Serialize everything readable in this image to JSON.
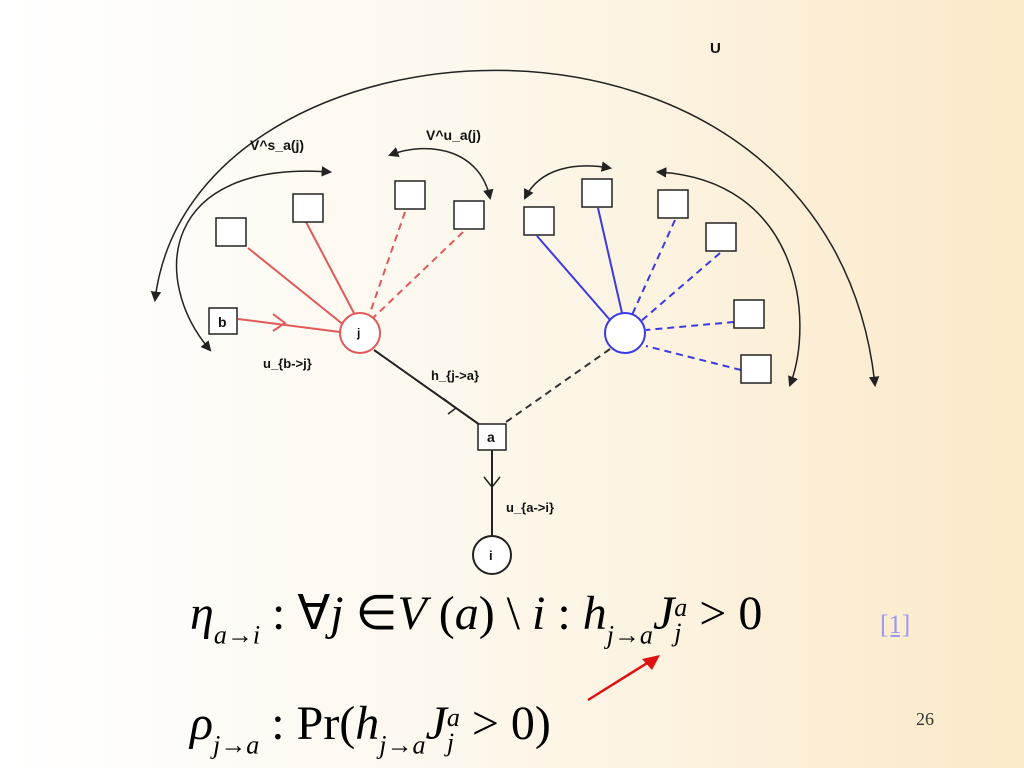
{
  "diagram": {
    "labels": {
      "U": "U",
      "V_s_a_j": "V^s_a(j)",
      "V_u_a_j": "V^u_a(j)",
      "b": "b",
      "j": "j",
      "a": "a",
      "i": "i",
      "u_b_j": "u_{b->j}",
      "h_j_a": "h_{j->a}",
      "u_a_i": "u_{a->i}"
    },
    "colors": {
      "satisfying": "#e05a5a",
      "blue_group": "#3a3ae6",
      "neutral": "#222222",
      "pointer": "#e01010"
    }
  },
  "formulas": {
    "eta": "η_{a→i} : ∀j ∈ V(a) \\ i : h_{j→a} J^a_j > 0",
    "rho": "ρ_{j→a} : Pr(h_{j→a} J^a_j > 0)"
  },
  "reference": "[1]",
  "slide_number": "26"
}
